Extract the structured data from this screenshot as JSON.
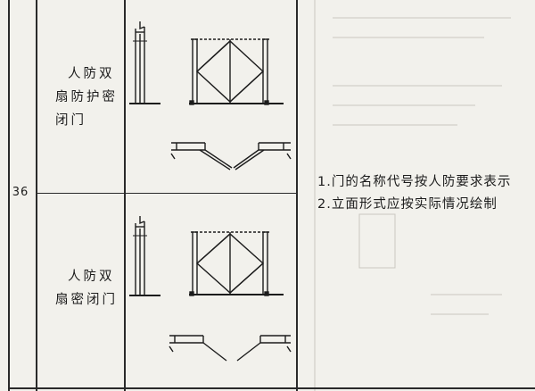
{
  "table": {
    "row_number": "36",
    "rows": [
      {
        "name_lines": [
          "人防双",
          "扇防护密",
          "闭门"
        ]
      },
      {
        "name_lines": [
          "人防双",
          "扇密闭门"
        ]
      }
    ],
    "notes": [
      "1.门的名称代号按人防要求表示",
      "2.立面形式应按实际情况绘制"
    ]
  },
  "colors": {
    "ink": "#1c1c1c",
    "paper": "#f2f1ec",
    "grid": "#2a2a2a"
  },
  "icons": {
    "drawing_top": "double-leaf-protective-airtight-door-symbol-icon",
    "drawing_bottom": "double-leaf-airtight-door-symbol-icon"
  }
}
